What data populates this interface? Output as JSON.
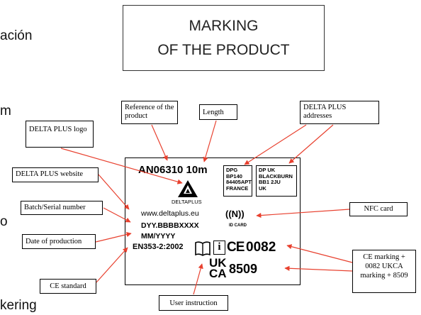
{
  "fragments": {
    "top": "ación",
    "mid": "m",
    "low": "o",
    "bottom": "kering"
  },
  "title": {
    "line1": "MARKING",
    "line2": "OF THE PRODUCT"
  },
  "callouts": {
    "reference": "Reference of the product",
    "length": "Length",
    "addresses": "DELTA PLUS addresses",
    "logo": "DELTA PLUS logo",
    "website": "DELTA PLUS website",
    "batch": "Batch/Serial number",
    "date": "Date of production",
    "ce_standard": "CE standard",
    "user_instruction": "User instruction",
    "nfc": "NFC card",
    "ce_ukca": "CE marking + 0082 UKCA marking + 8509"
  },
  "label": {
    "ref_length": "AN06310 10m",
    "brand": "DELTAPLUS",
    "website": "www.deltaplus.eu",
    "batch": "DYY.BBBBXXXX",
    "date": "MM/YYYY",
    "standard": "EN353-2:2002",
    "address_fr": [
      "DPG",
      "BP140",
      "84405APT",
      "FRANCE"
    ],
    "address_uk": [
      "DP UK",
      "BLACKBURN",
      "BB1 2JU",
      "UK"
    ],
    "nfc_symbol": "((N))",
    "nfc_caption": "ID CARD",
    "info_icon": "i",
    "ce_mark": "CE",
    "ce_number": "0082",
    "ukca_mark_top": "UK",
    "ukca_mark_bottom": "CA",
    "ukca_number": "8509"
  },
  "colors": {
    "arrow": "#e8412f",
    "ink": "#000000"
  }
}
